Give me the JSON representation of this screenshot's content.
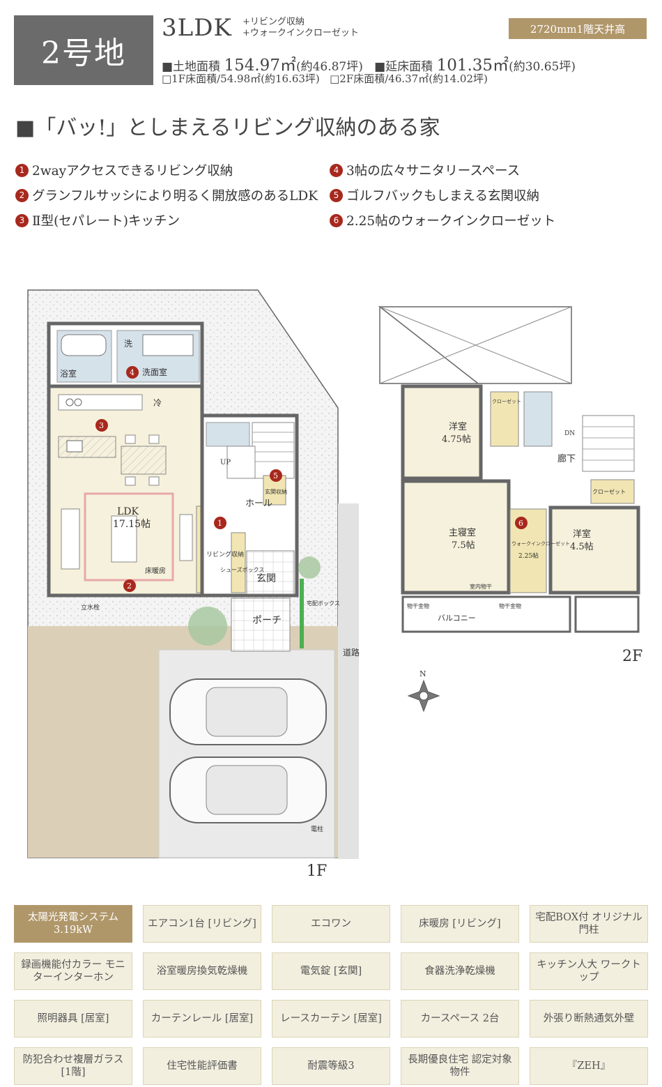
{
  "header": {
    "lot": "2号地",
    "plan_type": "3LDK",
    "plan_extra_1": "+リビング収納",
    "plan_extra_2": "+ウォークインクローゼット",
    "ceiling": "2720mm1階天井高",
    "land_area_label": "■土地面積",
    "land_area_value": "154.97㎡",
    "land_area_tsubo": "(約46.87坪)",
    "floor_area_label": "■延床面積",
    "floor_area_value": "101.35㎡",
    "floor_area_tsubo": "(約30.65坪)",
    "floor1_area": "□1F床面積/54.98㎡(約16.63坪)",
    "floor2_area": "□2F床面積/46.37㎡(約14.02坪)"
  },
  "headline": "■「バッ!」としまえるリビング収納のある家",
  "features_left": [
    {
      "num": "1",
      "text": "2wayアクセスできるリビング収納"
    },
    {
      "num": "2",
      "text": "グランフルサッシにより明るく開放感のあるLDK"
    },
    {
      "num": "3",
      "text": "Ⅱ型(セパレート)キッチン"
    }
  ],
  "features_right": [
    {
      "num": "4",
      "text": "3帖の広々サニタリースペース"
    },
    {
      "num": "5",
      "text": "ゴルフバックもしまえる玄関収納"
    },
    {
      "num": "6",
      "text": "2.25帖のウォークインクローゼット"
    }
  ],
  "floorplan_1f": {
    "floor_label": "1F",
    "bath": "浴室",
    "wash_machine": "洗",
    "washroom": "洗面室",
    "fridge": "冷",
    "ldk_name": "LDK",
    "ldk_size": "17.15帖",
    "floor_heating": "床暖房",
    "up": "UP",
    "hall": "ホール",
    "entry_storage": "玄関収納",
    "living_storage": "リビング収納",
    "shoe_box": "シューズボックス",
    "entrance": "玄関",
    "porch": "ポーチ",
    "faucet": "立水栓",
    "delivery_box": "宅配ボックス",
    "road": "道路",
    "pole": "電柱"
  },
  "floorplan_2f": {
    "floor_label": "2F",
    "room1_name": "洋室",
    "room1_size": "4.75帖",
    "closet": "クローゼット",
    "closet2": "クローゼット",
    "dn": "DN",
    "corridor": "廊下",
    "master_name": "主寝室",
    "master_size": "7.5帖",
    "wic_name": "ウォークインクローゼット",
    "wic_size": "2.25帖",
    "room2_name": "洋室",
    "room2_size": "4.5帖",
    "indoor_dry": "室内物干",
    "dry_rack1": "物干金物",
    "dry_rack2": "物干金物",
    "balcony": "バルコニー",
    "compass": "N"
  },
  "equipment": [
    "太陽光発電システム 3.19kW",
    "エアコン1台 [リビング]",
    "エコワン",
    "床暖房 [リビング]",
    "宅配BOX付 オリジナル門柱",
    "録画機能付カラー モニターインターホン",
    "浴室暖房換気乾燥機",
    "電気錠 [玄関]",
    "食器洗浄乾燥機",
    "キッチン人大 ワークトップ",
    "照明器具 [居室]",
    "カーテンレール [居室]",
    "レースカーテン [居室]",
    "カースペース 2台",
    "外張り断熱通気外壁",
    "防犯合わせ複層ガラス [1階]",
    "住宅性能評価書",
    "耐震等級3",
    "長期優良住宅 認定対象物件",
    "『ZEH』"
  ],
  "colors": {
    "accent_gold": "#b0976a",
    "badge_gray": "#6b6b6b",
    "number_red": "#a8281d",
    "equip_bg": "#f3efdf"
  }
}
